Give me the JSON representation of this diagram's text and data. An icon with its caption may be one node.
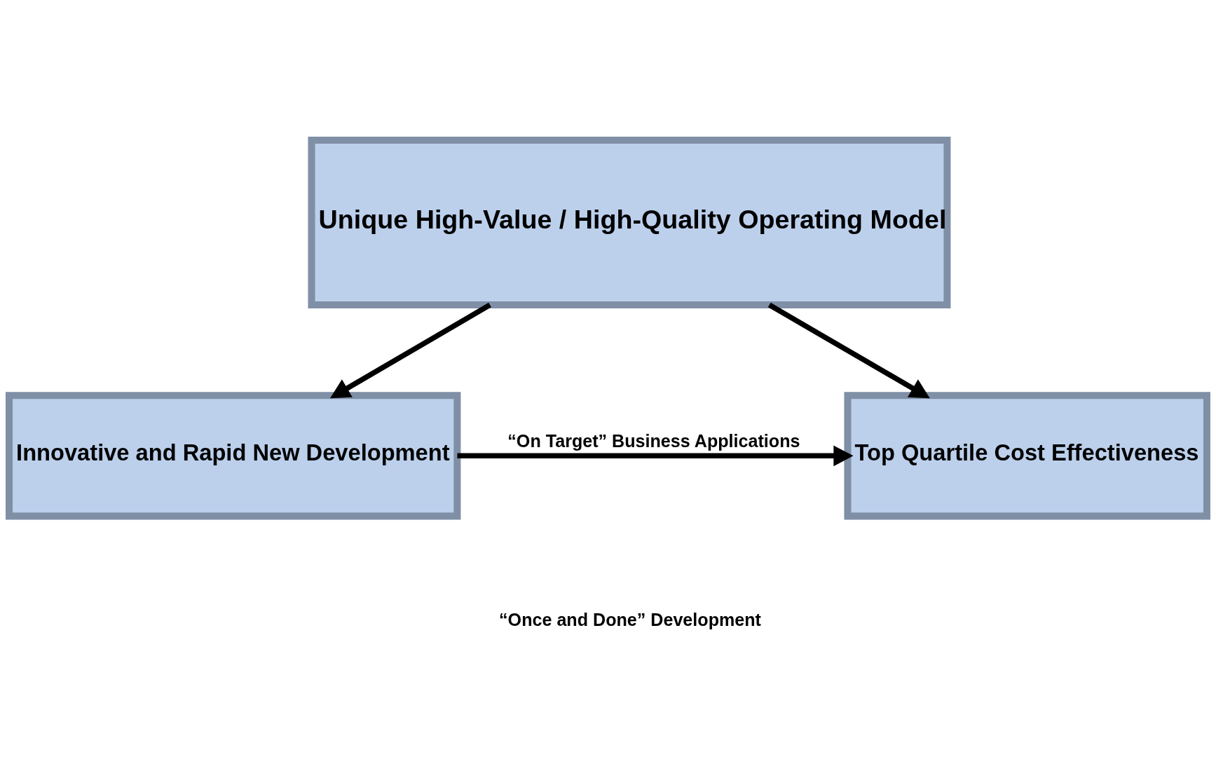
{
  "diagram": {
    "nodes": [
      {
        "text": [
          "Unique High-Value / High-Quality Operating Model"
        ]
      },
      {
        "text": [
          "Top Quartile Cost Effectiveness"
        ]
      },
      {
        "text": [
          "Innovative and Rapid New Development"
        ]
      }
    ],
    "edges": [
      {
        "from": 0,
        "to": 1,
        "arrow": "to"
      },
      {
        "from": 0,
        "to": 2,
        "arrow": "to"
      },
      {
        "from": 2,
        "to": 1,
        "arrow": "to",
        "label": "“On Target” Business Applications"
      }
    ],
    "labels": [
      "“Once and Done” Development"
    ]
  }
}
